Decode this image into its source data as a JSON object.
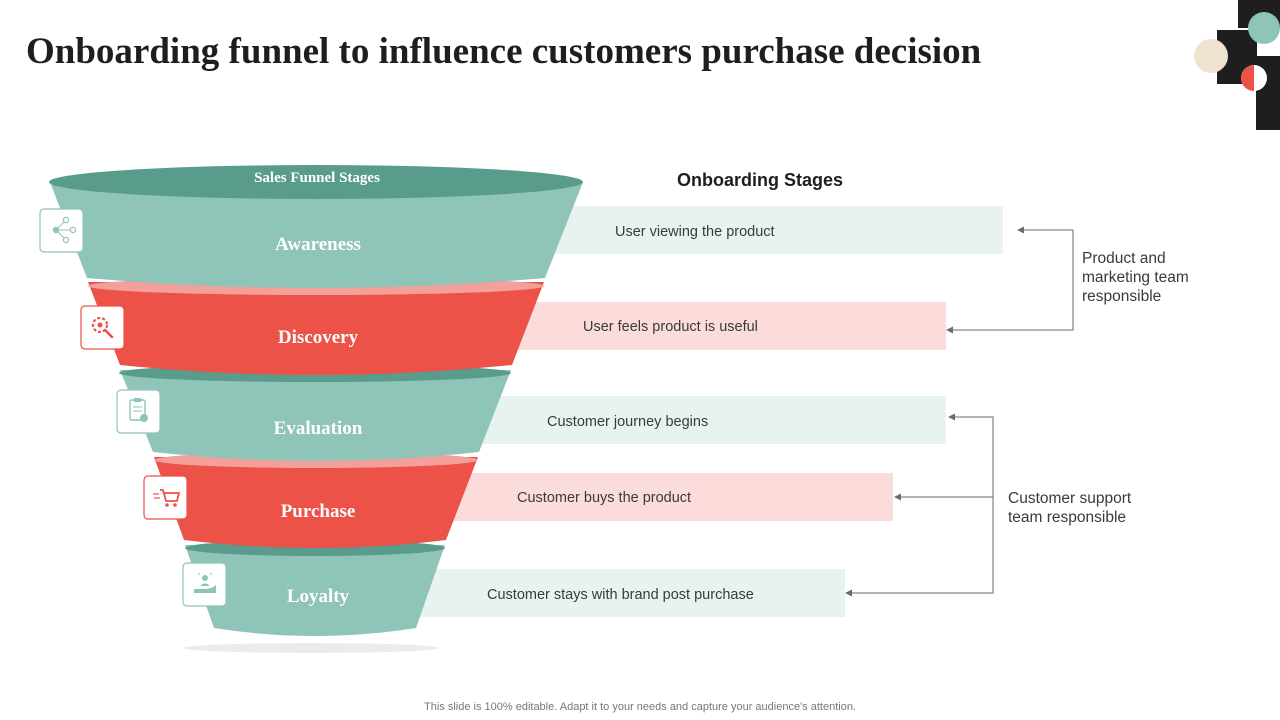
{
  "title": "Onboarding funnel to influence customers purchase decision",
  "funnel": {
    "header": "Sales Funnel Stages",
    "stages": [
      {
        "label": "Awareness",
        "description": "User viewing the product",
        "icon": "network-users-icon"
      },
      {
        "label": "Discovery",
        "description": "User feels product is useful",
        "icon": "gear-search-icon"
      },
      {
        "label": "Evaluation",
        "description": "Customer journey begins",
        "icon": "clipboard-check-icon"
      },
      {
        "label": "Purchase",
        "description": "Customer buys the product",
        "icon": "shopping-cart-icon"
      },
      {
        "label": "Loyalty",
        "description": "Customer stays with brand post purchase",
        "icon": "hand-user-icon"
      }
    ]
  },
  "onboarding": {
    "header": "Onboarding Stages"
  },
  "teams": {
    "product_marketing": [
      "Product and",
      "marketing team",
      "responsible"
    ],
    "customer_support": [
      "Customer support",
      "team responsible"
    ]
  },
  "footer": "This slide is 100% editable. Adapt it to your needs and capture your audience's attention.",
  "colors": {
    "teal": "#8fc4b8",
    "teal_dark": "#5a9c8c",
    "red": "#ec5248",
    "red_light": "#f4a09a",
    "teal_bar": "#e8f3f0",
    "red_bar": "#fbdcdb",
    "dark": "#1e1e1e",
    "beige": "#efe2d1"
  }
}
